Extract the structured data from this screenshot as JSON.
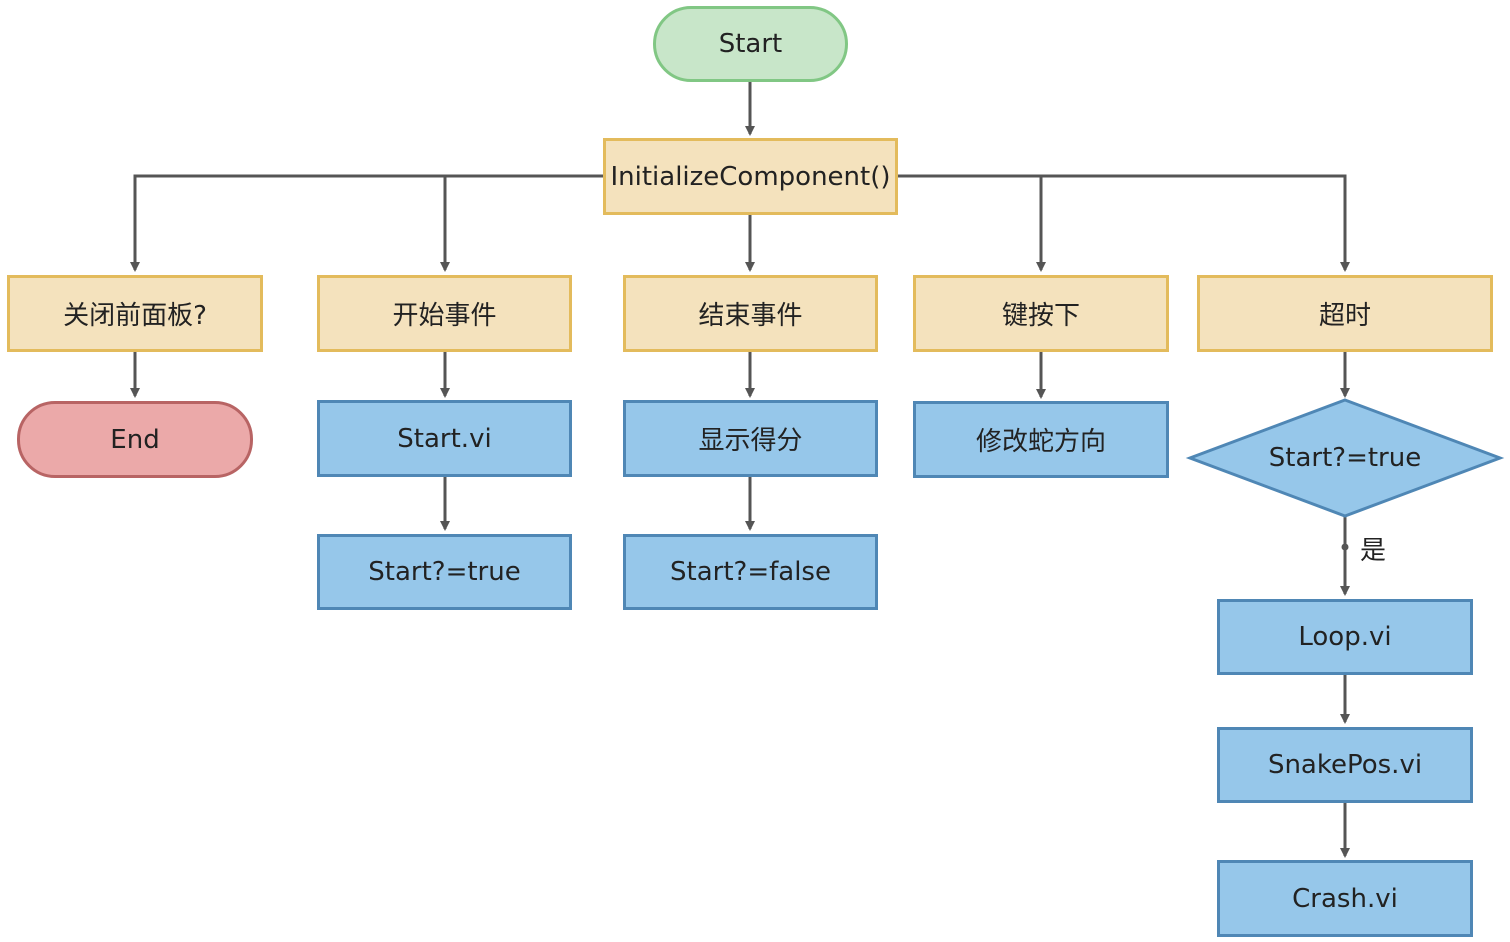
{
  "flowchart": {
    "start": "Start",
    "init": "InitializeComponent()",
    "events": {
      "close_panel": "关闭前面板?",
      "start_event": "开始事件",
      "end_event": "结束事件",
      "key_down": "键按下",
      "timeout": "超时"
    },
    "end": "End",
    "start_branch": [
      "Start.vi",
      "Start?=true"
    ],
    "end_branch": [
      "显示得分",
      "Start?=false"
    ],
    "key_branch": [
      "修改蛇方向"
    ],
    "timeout_branch": {
      "condition": "Start?=true",
      "yes_label": "是",
      "steps": [
        "Loop.vi",
        "SnakePos.vi",
        "Crash.vi"
      ]
    }
  },
  "colors": {
    "terminal_start_fill": "#c8e6c9",
    "terminal_end_fill": "#eba9a9",
    "event_fill": "#f4e2bd",
    "action_fill": "#96c7ea",
    "connector": "#555555"
  }
}
